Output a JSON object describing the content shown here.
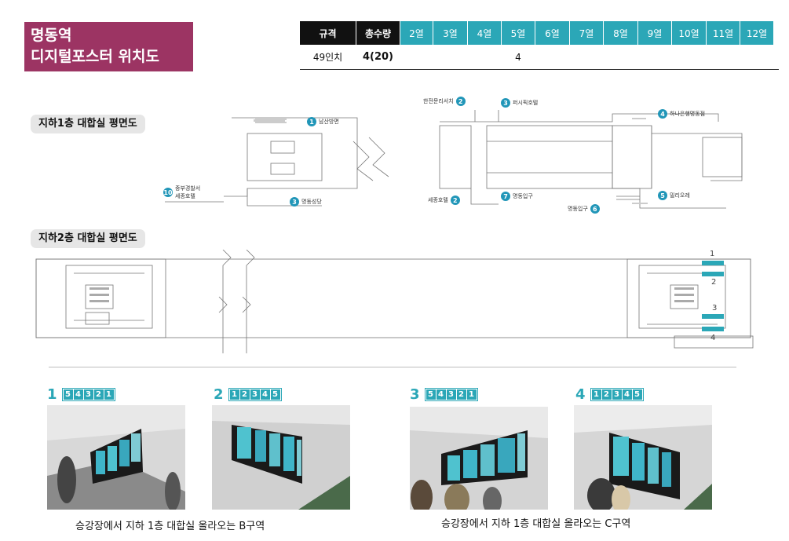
{
  "title": {
    "line1": "명동역",
    "line2": "디지털포스터 위치도"
  },
  "spec": {
    "head_size": "규격",
    "head_total": "총수량",
    "columns": [
      "2열",
      "3열",
      "4열",
      "5열",
      "6열",
      "7열",
      "8열",
      "9열",
      "10열",
      "11열",
      "12열"
    ],
    "size": "49인치",
    "total": "4(20)",
    "column_values": [
      "",
      "",
      "",
      "4",
      "",
      "",
      "",
      "",
      "",
      "",
      ""
    ]
  },
  "floor1": {
    "label": "지하1층 대합실 평면도",
    "markers": [
      {
        "num": "1",
        "text": "남산방면"
      },
      {
        "num": "2",
        "text": "한전문리서치"
      },
      {
        "num": "3",
        "text": "퍼시픽호텔"
      },
      {
        "num": "4",
        "text": "하나은행명동점"
      },
      {
        "num": "5",
        "text": "밀리오레"
      },
      {
        "num": "6",
        "text": "명동입구"
      },
      {
        "num": "7",
        "text": "명동입구"
      },
      {
        "num": "10",
        "text": "중부경찰서\n세종호텔"
      },
      {
        "num": "3",
        "text": "명동성당"
      },
      {
        "num": "2",
        "text": "세종호텔"
      }
    ]
  },
  "floor2": {
    "label": "지하2층 대합실 평면도",
    "zone_numbers": [
      "1",
      "2",
      "3",
      "4"
    ]
  },
  "photos": [
    {
      "num": "1",
      "boxes": [
        "5",
        "4",
        "3",
        "2",
        "1"
      ]
    },
    {
      "num": "2",
      "boxes": [
        "1",
        "2",
        "3",
        "4",
        "5"
      ]
    },
    {
      "num": "3",
      "boxes": [
        "5",
        "4",
        "3",
        "2",
        "1"
      ]
    },
    {
      "num": "4",
      "boxes": [
        "1",
        "2",
        "3",
        "4",
        "5"
      ]
    }
  ],
  "captions": {
    "left": "승강장에서 지하 1층 대합실 올라오는 B구역",
    "right": "승강장에서 지하 1층 대합실 올라오는 C구역"
  },
  "colors": {
    "accent_title": "#9c3463",
    "teal": "#2ba7b7",
    "marker": "#2196b8"
  }
}
